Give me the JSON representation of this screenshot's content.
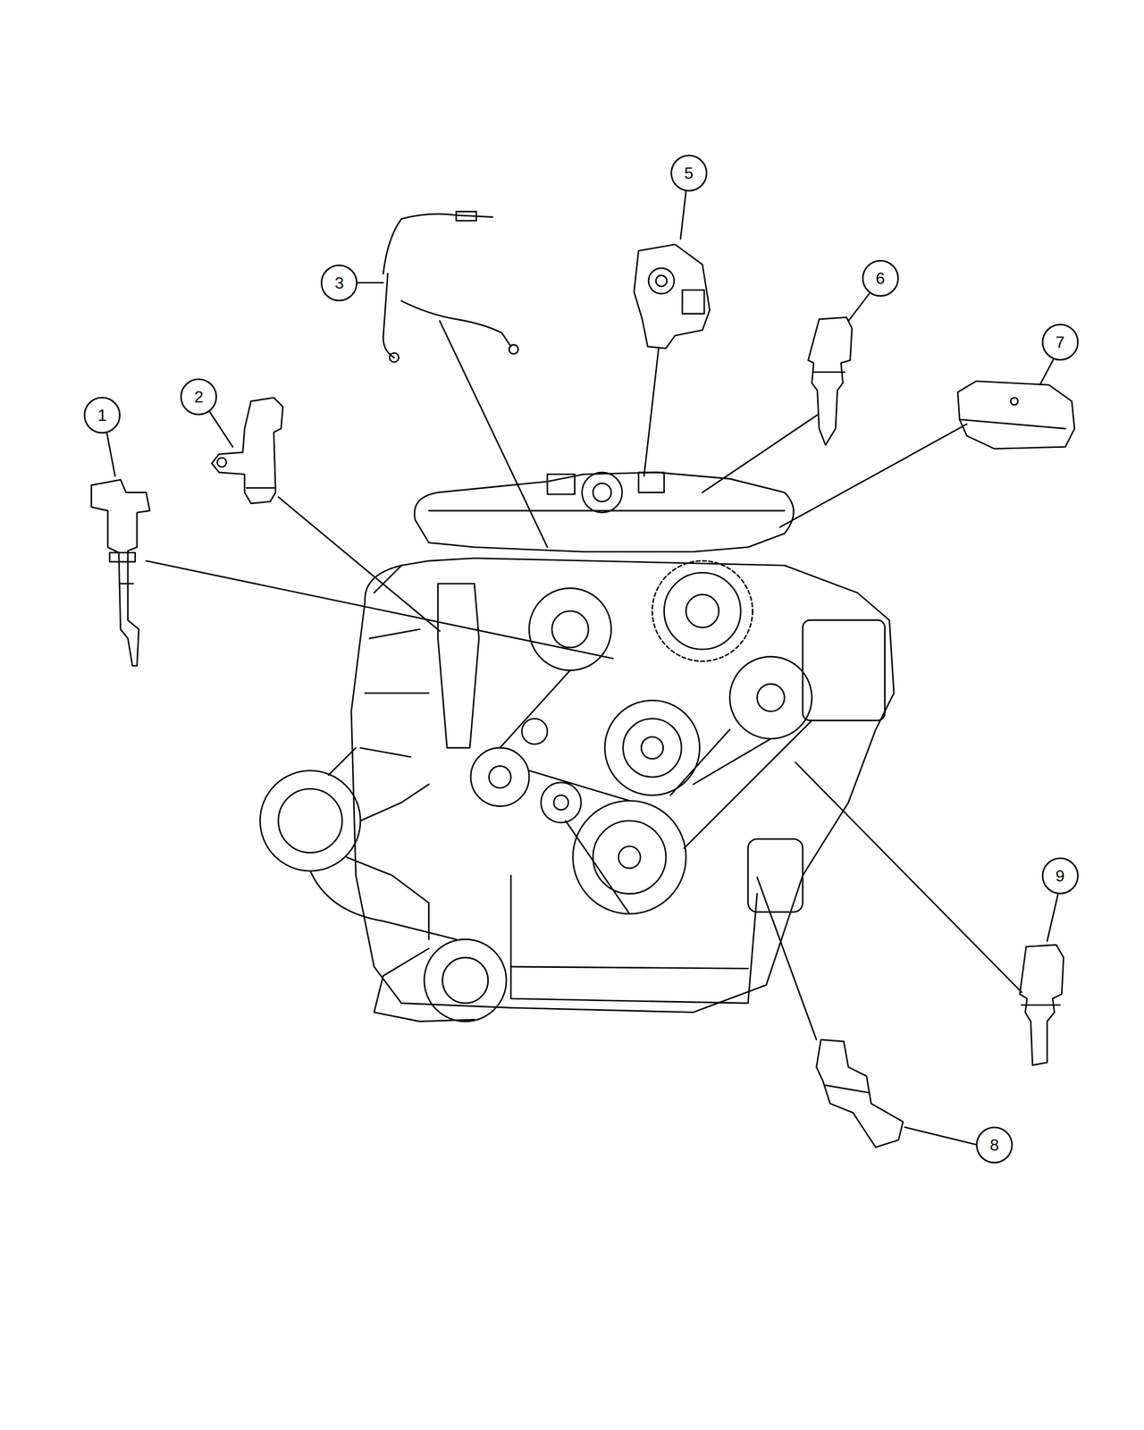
{
  "diagram": {
    "nodes": [
      {
        "text": [
          "1"
        ]
      },
      {
        "text": [
          "2"
        ]
      },
      {
        "text": [
          "3"
        ]
      },
      {
        "text": [
          "5"
        ]
      },
      {
        "text": [
          "6"
        ]
      },
      {
        "text": [
          "7"
        ]
      },
      {
        "text": [
          "8"
        ]
      },
      {
        "text": [
          "9"
        ]
      }
    ]
  }
}
